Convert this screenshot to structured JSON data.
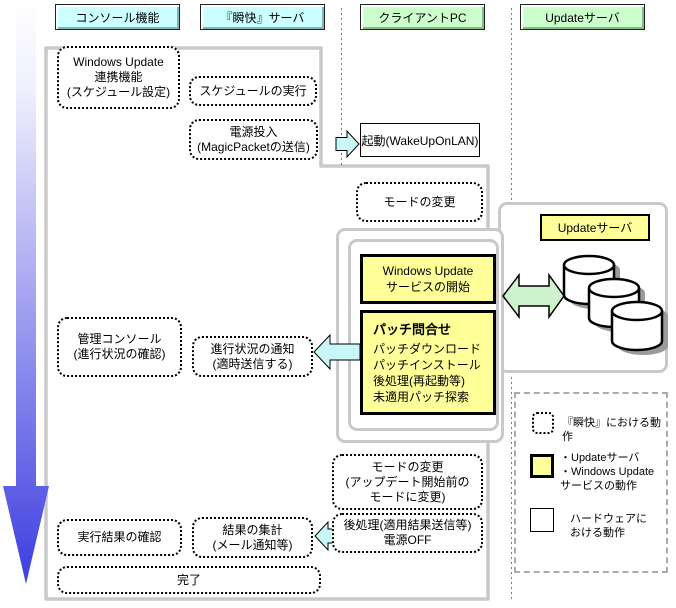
{
  "palette": {
    "cyan-box": "#ccffff",
    "green-box": "#ccffcc",
    "yellow-box": "#ffff99",
    "container-border": "#c9c9c9",
    "arrow-cyan": "#c9f6f6",
    "arrow-green": "#cdf2cd",
    "shadow-gray": "#9b9b9b",
    "blue-arrow-end": "#3d3de0"
  },
  "header": {
    "columns": [
      {
        "label": "コンソール機能"
      },
      {
        "label": "『瞬快』サーバ"
      },
      {
        "label": "クライアントPC"
      },
      {
        "label": "Updateサーバ"
      }
    ]
  },
  "flow": {
    "wu_link": "Windows Update\n連携機能\n(スケジュール設定)",
    "schedule_exec": "スケジュールの実行",
    "power_on": "電源投入\n(MagicPacketの送信)",
    "boot": "起動(WakeUpOnLAN)",
    "mode_change_top": "モードの変更",
    "update_server_label": "Updateサーバ",
    "wu_service_start": "Windows Update\nサービスの開始",
    "patch_inquiry_title": "パッチ問合せ",
    "patch_inquiry_steps": "パッチダウンロード\nパッチインストール\n後処理(再起動等)\n未適用パッチ探索",
    "admin_console": "管理コンソール\n(進行状況の確認)",
    "progress_notice": "進行状況の通知\n(適時送信する)",
    "mode_change_bottom": "モードの変更\n(アップデート開始前の\nモードに変更)",
    "post_process": "後処理(適用結果送信等)\n電源OFF",
    "result_confirm": "実行結果の確認",
    "result_aggregate": "結果の集計\n(メール通知等)",
    "complete": "完了"
  },
  "legend": {
    "shunkai_action": "『瞬快』における動作",
    "update_service_action": "・Updateサーバ\n・Windows Update\nサービスの動作",
    "hardware_action": "ハードウェアに\nおける動作"
  }
}
